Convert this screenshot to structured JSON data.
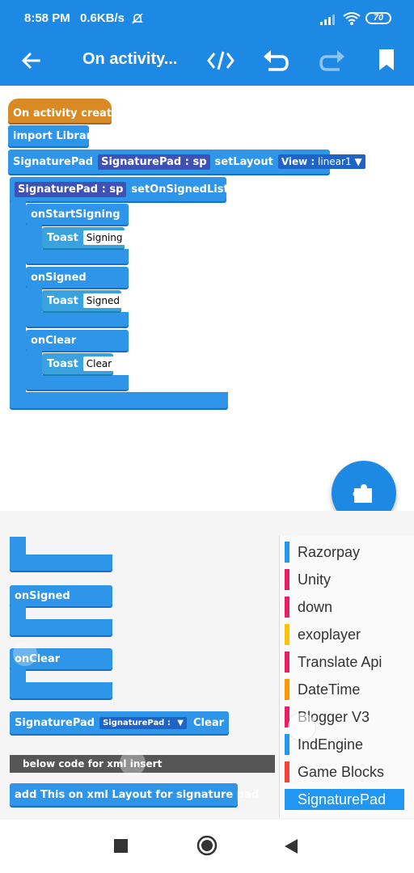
{
  "status_bar": {
    "time": "8:58 PM",
    "speed": "0.6KB/s",
    "battery": "70"
  },
  "toolbar": {
    "title": "On activity..."
  },
  "workspace": {
    "on_activity_create": "On activity create",
    "import_library": "import Library",
    "set_layout": {
      "obj": "SignaturePad",
      "var": "SignaturePad : sp",
      "method": "setLayout",
      "view_label": "View :",
      "view_value": "linear1"
    },
    "listener": {
      "var": "SignaturePad : sp",
      "method": "setOnSignedListener"
    },
    "events": [
      {
        "name": "onStartSigning",
        "toast": "Toast",
        "text": "Signing"
      },
      {
        "name": "onSigned",
        "toast": "Toast",
        "text": "Signed"
      },
      {
        "name": "onClear",
        "toast": "Toast",
        "text": "Clear"
      }
    ]
  },
  "palette": {
    "on_signed": "onSigned",
    "on_clear": "onClear",
    "clear_block": {
      "obj": "SignaturePad",
      "var": "SignaturePad :",
      "method": "Clear"
    },
    "xml_comment": "below code for xml insert",
    "add_block": "add This on xml Layout for signature pad",
    "categories": [
      {
        "name": "Razorpay",
        "color": "#2196f3"
      },
      {
        "name": "Unity",
        "color": "#e91e63"
      },
      {
        "name": "down",
        "color": "#e91e63"
      },
      {
        "name": "exoplayer",
        "color": "#ffc107"
      },
      {
        "name": "Translate Api",
        "color": "#e91e63"
      },
      {
        "name": "DateTime",
        "color": "#ff9800"
      },
      {
        "name": "Blogger V3",
        "color": "#e91e63"
      },
      {
        "name": "IndEngine",
        "color": "#2196f3"
      },
      {
        "name": "Game Blocks",
        "color": "#f44336"
      },
      {
        "name": "SignaturePad",
        "color": "#2196f3"
      }
    ]
  },
  "colors": {
    "primary": "#1e88e5",
    "block": "#2e95e8",
    "event_block": "#d98a24"
  }
}
